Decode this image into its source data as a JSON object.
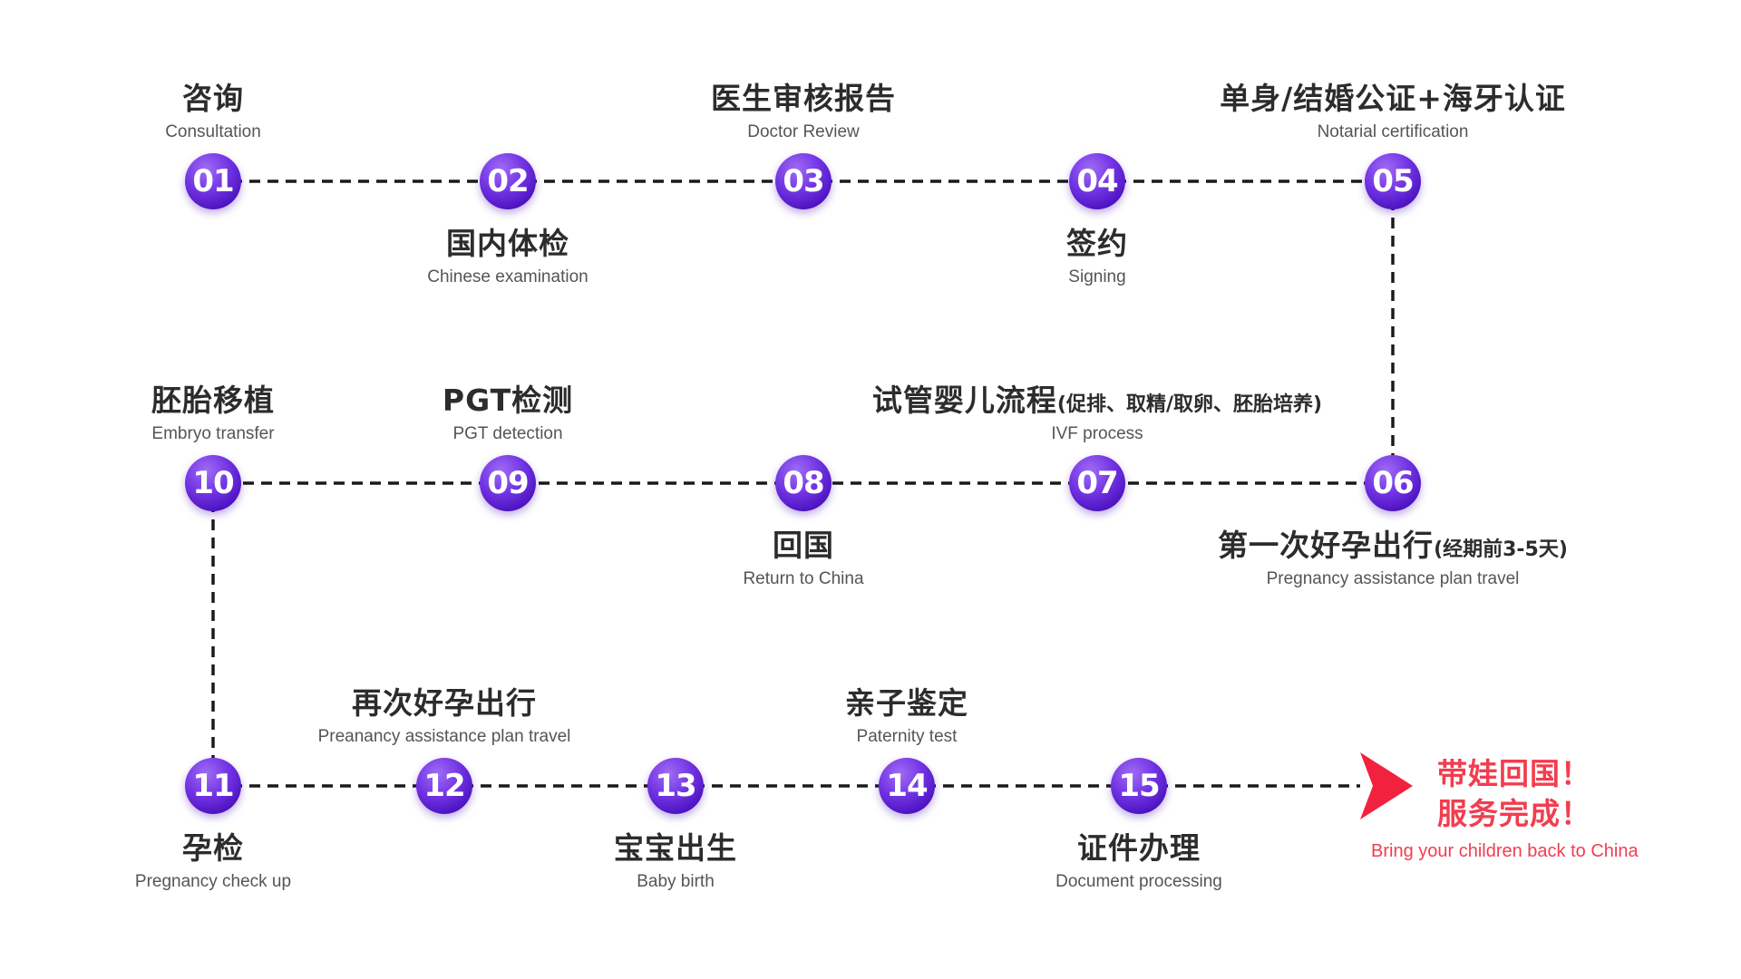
{
  "steps": [
    {
      "num": "01",
      "zh": "咨询",
      "note": "",
      "en": "Consultation"
    },
    {
      "num": "02",
      "zh": "国内体检",
      "note": "",
      "en": "Chinese examination"
    },
    {
      "num": "03",
      "zh": "医生审核报告",
      "note": "",
      "en": "Doctor Review"
    },
    {
      "num": "04",
      "zh": "签约",
      "note": "",
      "en": "Signing"
    },
    {
      "num": "05",
      "zh": "单身/结婚公证+海牙认证",
      "note": "",
      "en": "Notarial certification"
    },
    {
      "num": "06",
      "zh": "第一次好孕出行",
      "note": "(经期前3-5天)",
      "en": "Pregnancy assistance plan travel"
    },
    {
      "num": "07",
      "zh": "试管婴儿流程",
      "note": "(促排、取精/取卵、胚胎培养)",
      "en": "IVF process"
    },
    {
      "num": "08",
      "zh": "回国",
      "note": "",
      "en": "Return to China"
    },
    {
      "num": "09",
      "zh": "PGT检测",
      "note": "",
      "en": "PGT detection"
    },
    {
      "num": "10",
      "zh": "胚胎移植",
      "note": "",
      "en": "Embryo transfer"
    },
    {
      "num": "11",
      "zh": "孕检",
      "note": "",
      "en": "Pregnancy check up"
    },
    {
      "num": "12",
      "zh": "再次好孕出行",
      "note": "",
      "en": "Preanancy assistance plan travel"
    },
    {
      "num": "13",
      "zh": "宝宝出生",
      "note": "",
      "en": "Baby birth"
    },
    {
      "num": "14",
      "zh": "亲子鉴定",
      "note": "",
      "en": "Paternity test"
    },
    {
      "num": "15",
      "zh": "证件办理",
      "note": "",
      "en": "Document processing"
    }
  ],
  "final": {
    "line1": "带娃回国！",
    "line2": "服务完成！",
    "en": "Bring your children back to China"
  },
  "colors": {
    "circle": "#5a1fd0",
    "final_text": "#f23d4f",
    "arrow": "#f2223e",
    "connector": "#1a1a1a"
  }
}
